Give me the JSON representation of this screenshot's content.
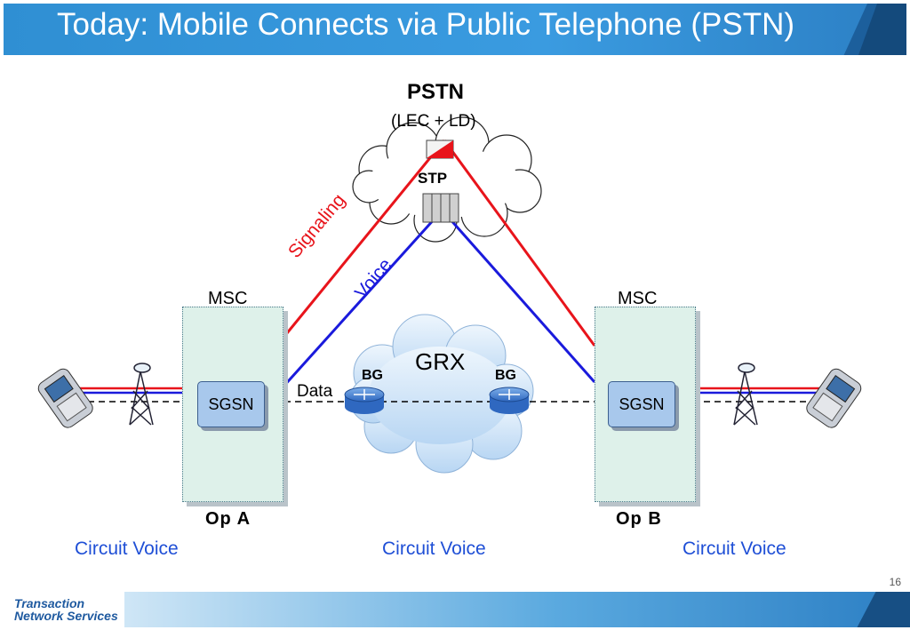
{
  "slide": {
    "title": "Today: Mobile Connects via Public Telephone (PSTN)",
    "page_number": "16",
    "logo": {
      "line1": "Transaction",
      "line2": "Network Services"
    }
  },
  "diagram": {
    "pstn": {
      "title": "PSTN",
      "subtitle": "(LEC + LD)"
    },
    "stp_label": "STP",
    "grx_label": "GRX",
    "bg_label": "BG",
    "link_labels": {
      "signaling": "Signaling",
      "voice": "Voice",
      "data": "Data"
    },
    "msc_label": "MSC",
    "sgsn_label": "SGSN",
    "operators": {
      "a": "Op A",
      "b": "Op B"
    },
    "circuit_voice": "Circuit Voice",
    "colors": {
      "signaling": "#e8141b",
      "voice": "#1a1adc",
      "title_bar": "#3a9be0",
      "circuit_voice_text": "#1f4fd6",
      "msc_fill": "#def1ea",
      "sgsn_fill": "#a8c8ec",
      "cloud_fill": "#cfe3f7"
    }
  }
}
